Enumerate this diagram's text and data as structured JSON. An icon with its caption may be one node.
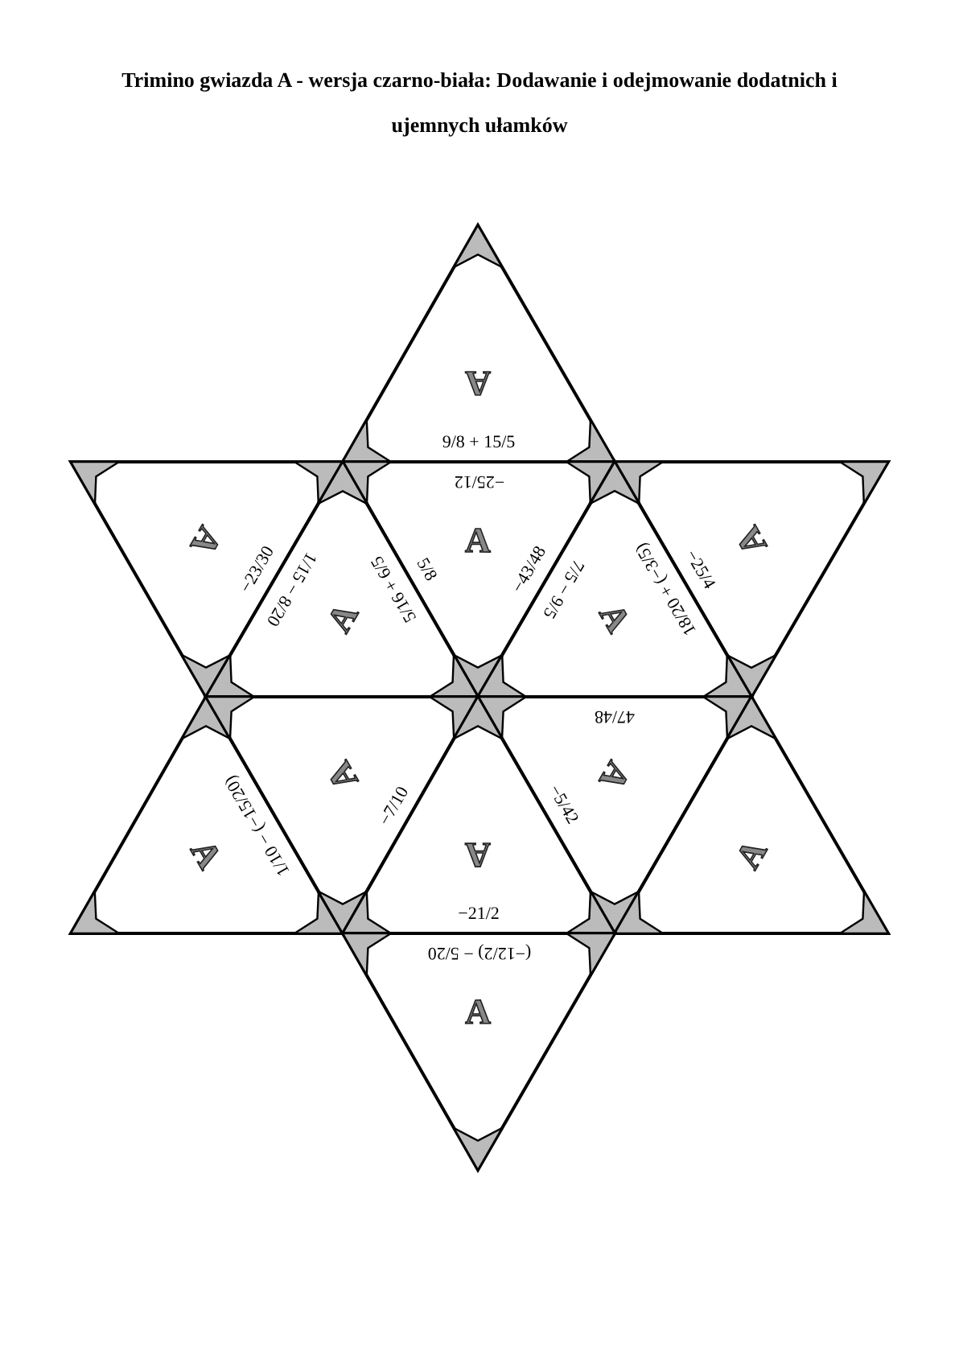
{
  "diagram": {
    "title": "Trimino gwiazda A - wersja czarno-biała: Dodawanie i odejmowanie dodatnich i ujemnych ułamków",
    "nodes": [
      {
        "text": [
          "A",
          "9/8 + 15/5"
        ]
      },
      {
        "text": [
          "A",
          "−23/30"
        ]
      },
      {
        "text": [
          "A",
          "−25/12",
          "5/8",
          "−43/48"
        ]
      },
      {
        "text": [
          "A",
          "−25/4"
        ]
      },
      {
        "text": [
          "A",
          "1/15 − 8/20",
          "5/16 + 6/5"
        ]
      },
      {
        "text": [
          "A",
          "7/5 − 9/5",
          "18/20 + (−3/5)"
        ]
      },
      {
        "text": [
          "A",
          "1/10 − (−15/20)"
        ]
      },
      {
        "text": [
          "A",
          "−7/10"
        ]
      },
      {
        "text": [
          "A",
          "47/48",
          "−5/42"
        ]
      },
      {
        "text": [
          "A"
        ]
      },
      {
        "text": [
          "A",
          "−21/2"
        ]
      },
      {
        "text": [
          "A",
          "(−12/2) − 5/20"
        ]
      }
    ]
  }
}
